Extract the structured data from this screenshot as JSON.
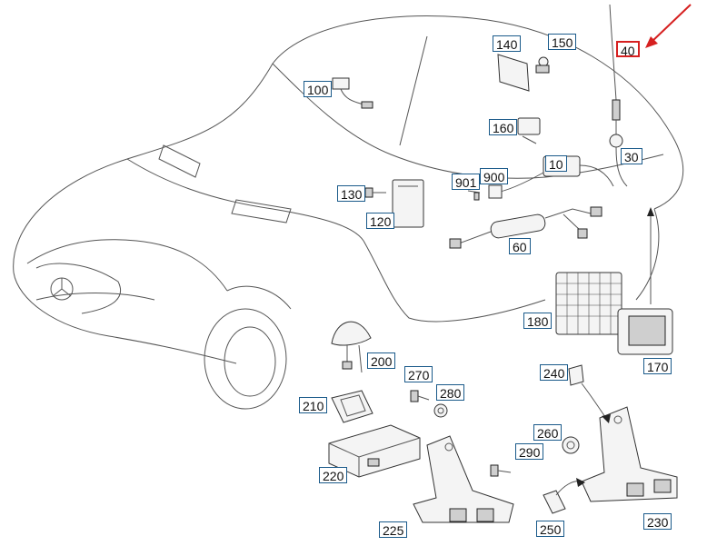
{
  "callouts": [
    "10",
    "30",
    "40",
    "60",
    "100",
    "120",
    "130",
    "140",
    "150",
    "160",
    "170",
    "180",
    "200",
    "210",
    "220",
    "225",
    "230",
    "240",
    "250",
    "260",
    "270",
    "280",
    "290",
    "900",
    "901"
  ],
  "highlight": {
    "label": "40",
    "color": "#d62020"
  },
  "colors": {
    "callout_border": "#1a5a8a",
    "line": "#555555"
  }
}
